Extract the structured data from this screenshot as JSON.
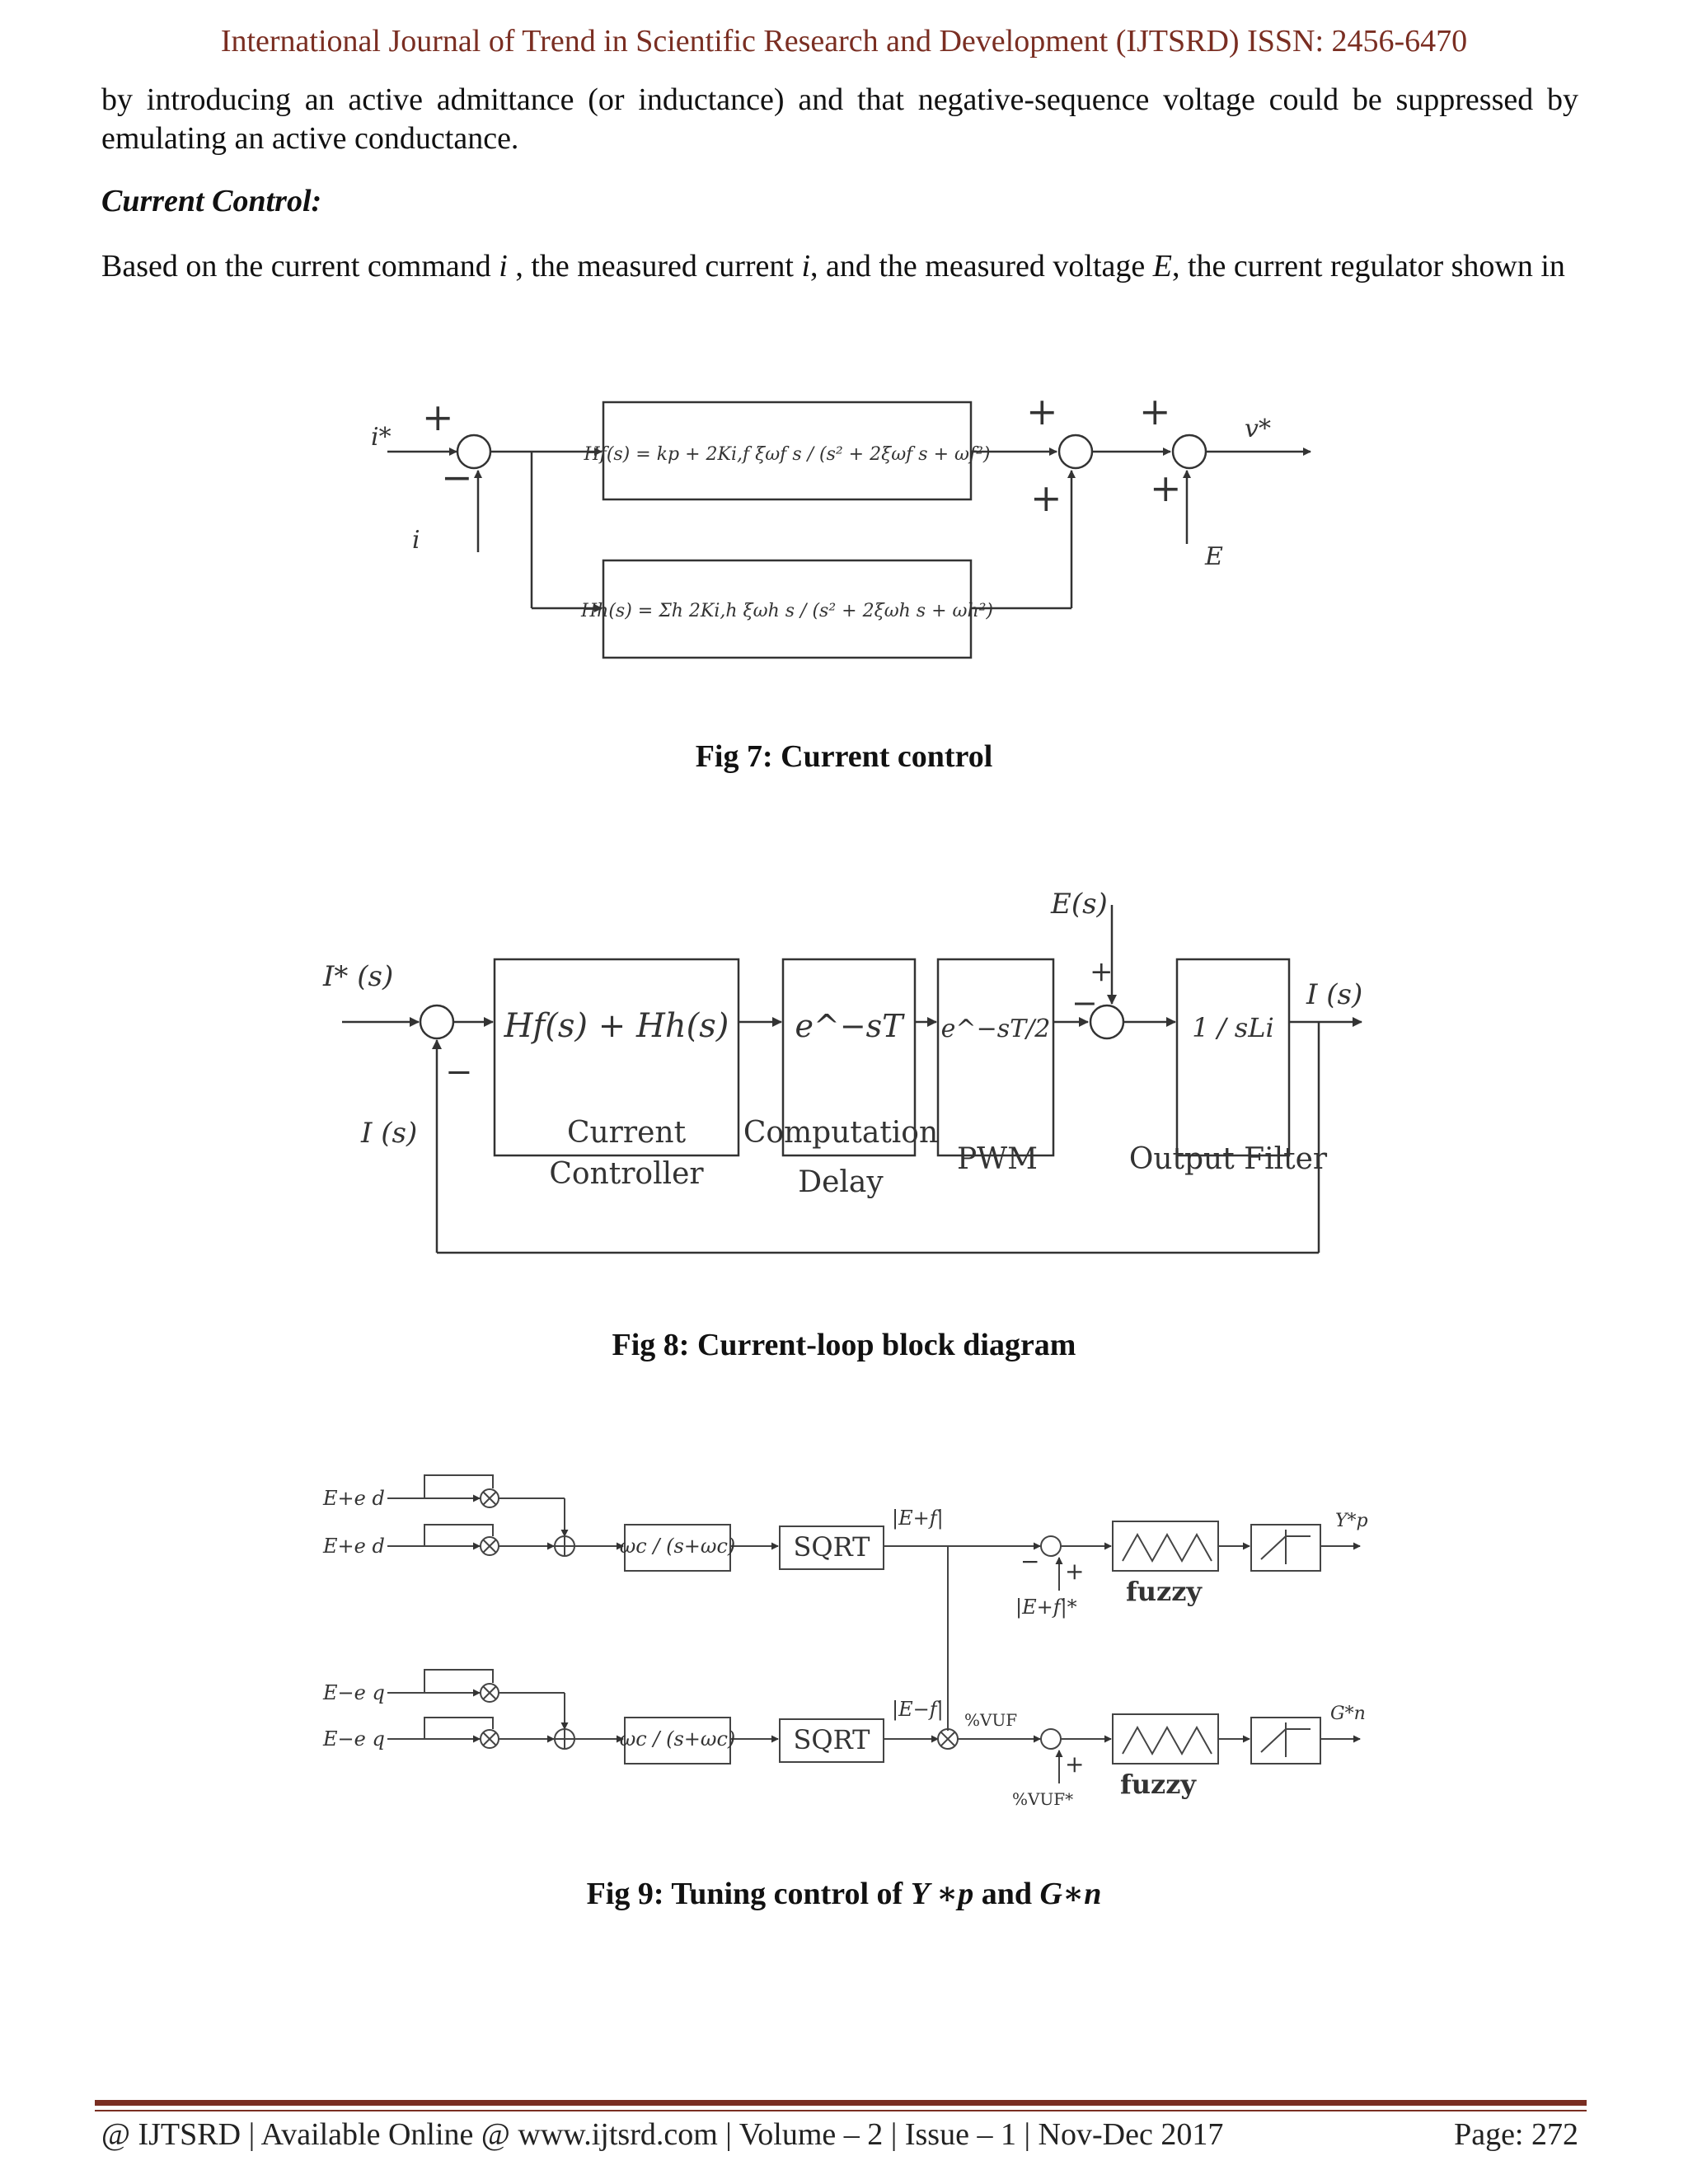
{
  "header": {
    "journal": "International Journal of Trend in Scientific Research and Development (IJTSRD) ISSN: 2456-6470"
  },
  "body": {
    "intro": "by introducing an active admittance (or inductance) and that negative-sequence voltage could be suppressed by emulating an active conductance.",
    "section_heading": "Current Control:",
    "para_pre": "Based on the current command ",
    "para_var_i": "i",
    "para_mid1": " , the measured current ",
    "para_var_i2": "i",
    "para_mid2": ", and the measured voltage ",
    "para_var_E": "E",
    "para_post": ", the current regulator shown in"
  },
  "fig7": {
    "caption": "Fig 7: Current control",
    "input_label": "i*",
    "feedback_label": "i",
    "block_hf": "Hf(s) = kp + 2Ki,f ξωf s / (s² + 2ξωf s + ωf²)",
    "block_hh": "Hh(s) = Σh 2Ki,h ξωh s / (s² + 2ξωh s + ωh²)",
    "output_label": "v*",
    "e_label": "E",
    "plus": "+",
    "minus": "−"
  },
  "fig8": {
    "caption": "Fig 8: Current-loop block diagram",
    "input_label": "I* (s)",
    "feedback_label": "I (s)",
    "output_label": "I (s)",
    "disturbance_label": "E(s)",
    "block1": "Hf(s) + Hh(s)",
    "block2": "e^−sT",
    "block3": "e^−sT/2",
    "block4": "1 / sLi",
    "label1a": "Current",
    "label1b": "Controller",
    "label2a": "Computation",
    "label2b": "Delay",
    "label3": "PWM",
    "label4": "Output Filter"
  },
  "fig9": {
    "caption_pre": "Fig 9: Tuning control of ",
    "caption_y": "Y ∗p",
    "caption_and": " and ",
    "caption_g": "G∗n",
    "in_top1": "E+e d",
    "in_top2": "E+e d",
    "in_bot1": "E−e q",
    "in_bot2": "E−e q",
    "lpf": "ωc / (s+ωc)",
    "sqrt": "SQRT",
    "ef_pos": "|E+f|",
    "ef_pos_ref": "|E+f|*",
    "ef_neg": "|E−f|",
    "vuf": "%VUF",
    "vuf_ref": "%VUF*",
    "fuzzy": "fuzzy",
    "out_top": "Y*p",
    "out_bot": "G*n"
  },
  "footer": {
    "left": "@ IJTSRD  |  Available Online @ www.ijtsrd.com |  Volume – 2  |  Issue – 1  | Nov-Dec 2017",
    "right": "Page: 272"
  }
}
